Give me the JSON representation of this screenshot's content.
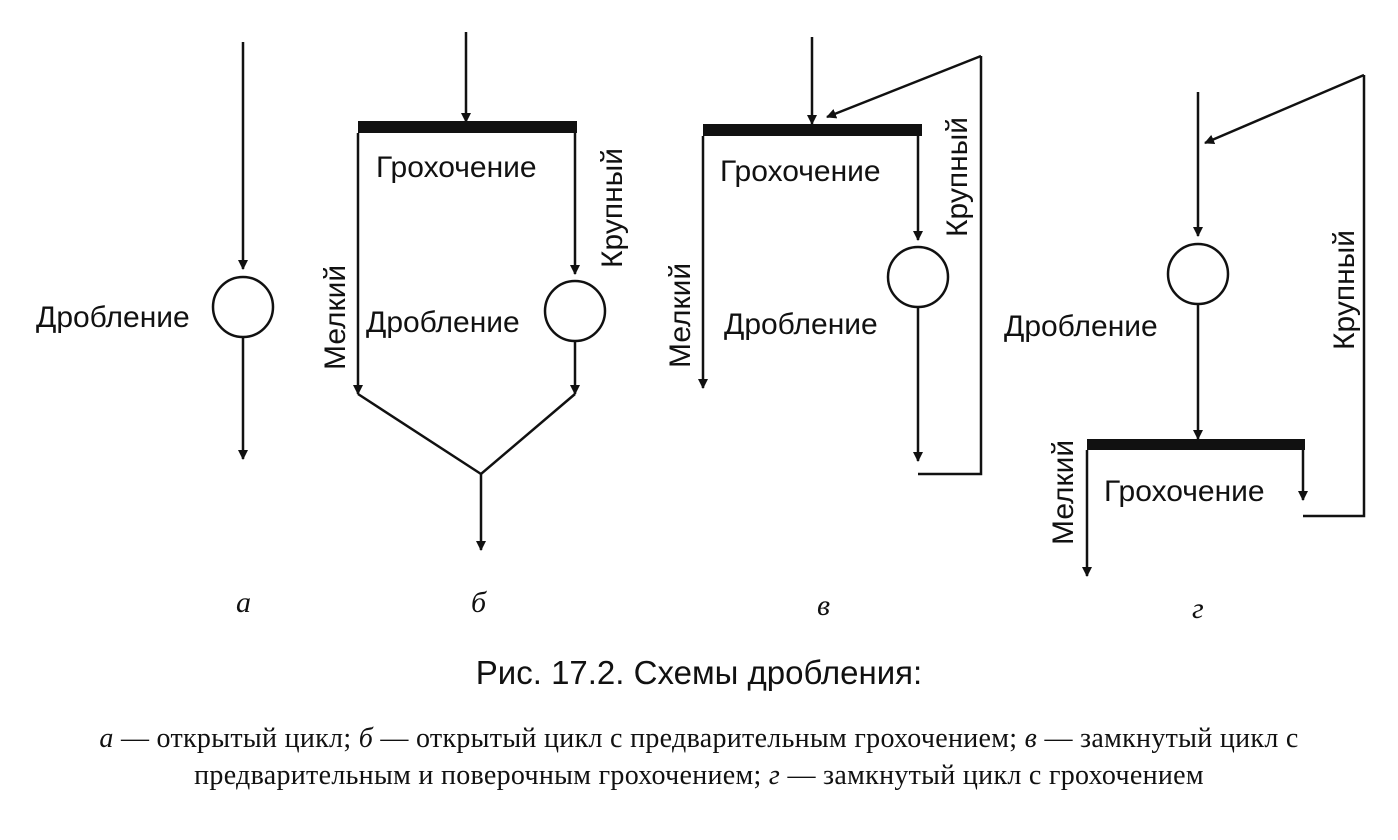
{
  "labels": {
    "crushing": "Дробление",
    "screening": "Грохочение",
    "fine": "Мелкий",
    "coarse": "Крупный"
  },
  "panels": {
    "a": "а",
    "b": "б",
    "v": "в",
    "g": "г"
  },
  "caption": {
    "title": "Рис. 17.2. Схемы дробления:",
    "a_letter": "а",
    "a_text": " — открытый цикл; ",
    "b_letter": "б",
    "b_text": " — открытый цикл с предварительным грохочением; ",
    "v_letter": "в",
    "v_text": " — замкнутый цикл с предварительным и поверочным грохочением; ",
    "g_letter": "г",
    "g_text": " — замкнутый цикл с грохочением"
  }
}
